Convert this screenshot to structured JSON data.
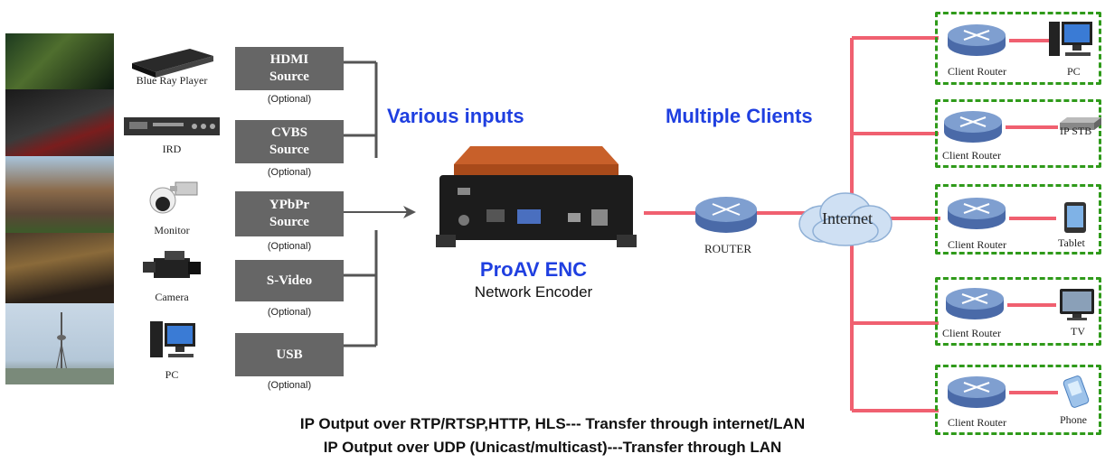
{
  "inputs": {
    "devices": [
      {
        "label": "Blue Ray Player",
        "icon": "blu-ray-player-icon"
      },
      {
        "label": "IRD",
        "icon": "ird-receiver-icon"
      },
      {
        "label": "Monitor",
        "icon": "ptz-camera-icon"
      },
      {
        "label": "Camera",
        "icon": "camcorder-icon"
      },
      {
        "label": "PC",
        "icon": "desktop-pc-icon"
      }
    ],
    "sources": [
      {
        "line1": "HDMI",
        "line2": "Source",
        "note": "(Optional)"
      },
      {
        "line1": "CVBS",
        "line2": "Source",
        "note": "(Optional)"
      },
      {
        "line1": "YPbPr",
        "line2": "Source",
        "note": "(Optional)"
      },
      {
        "line1": "S-Video",
        "line2": "",
        "note": "(Optional)"
      },
      {
        "line1": "USB",
        "line2": "",
        "note": "(Optional)"
      }
    ],
    "heading": "Various inputs"
  },
  "encoder": {
    "name": "ProAV ENC",
    "subtitle": "Network Encoder"
  },
  "router": {
    "label": "ROUTER"
  },
  "internet": {
    "label": "Internet"
  },
  "clients": {
    "heading": "Multiple Clients",
    "items": [
      {
        "router_label": "Client Router",
        "device_label": "PC",
        "icon": "desktop-pc-icon"
      },
      {
        "router_label": "Client Router",
        "device_label": "IP STB",
        "icon": "set-top-box-icon"
      },
      {
        "router_label": "Client Router",
        "device_label": "Tablet",
        "icon": "tablet-icon"
      },
      {
        "router_label": "Client Router",
        "device_label": "TV",
        "icon": "tv-icon"
      },
      {
        "router_label": "Client Router",
        "device_label": "Phone",
        "icon": "phone-icon"
      }
    ]
  },
  "footer": {
    "line1": "IP Output over RTP/RTSP,HTTP, HLS--- Transfer through internet/LAN",
    "line2": "IP Output over UDP (Unicast/multicast)---Transfer through LAN"
  },
  "colors": {
    "link": "#f06070",
    "heading": "#1f3fe0",
    "client_border": "#2f9a1a",
    "source_box": "#666666"
  }
}
